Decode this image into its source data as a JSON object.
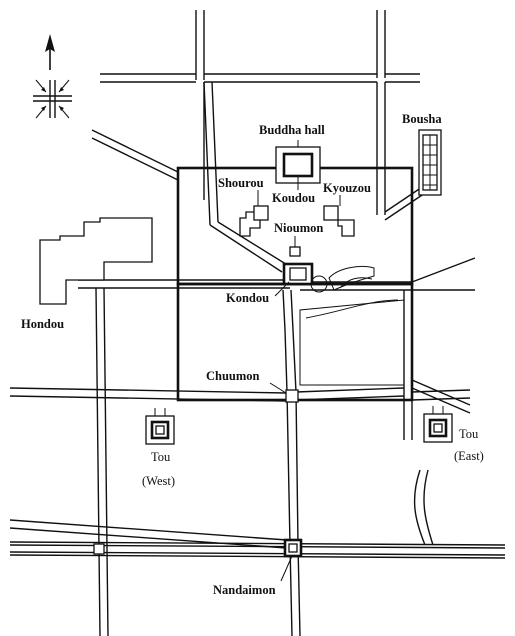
{
  "map": {
    "north_arrow_icon": "north-arrow-icon",
    "labels": {
      "buddha_hall": "Buddha hall",
      "bousha": "Bousha",
      "shourou": "Shourou",
      "koudou": "Koudou",
      "kyouzou": "Kyouzou",
      "nioumon": "Nioumon",
      "kondou": "Kondou",
      "hondou": "Hondou",
      "chuumon": "Chuumon",
      "tou_west": "Tou",
      "tou_west_note": "(West)",
      "tou_east": "Tou",
      "tou_east_note": "(East)",
      "nandaimon": "Nandaimon"
    }
  }
}
